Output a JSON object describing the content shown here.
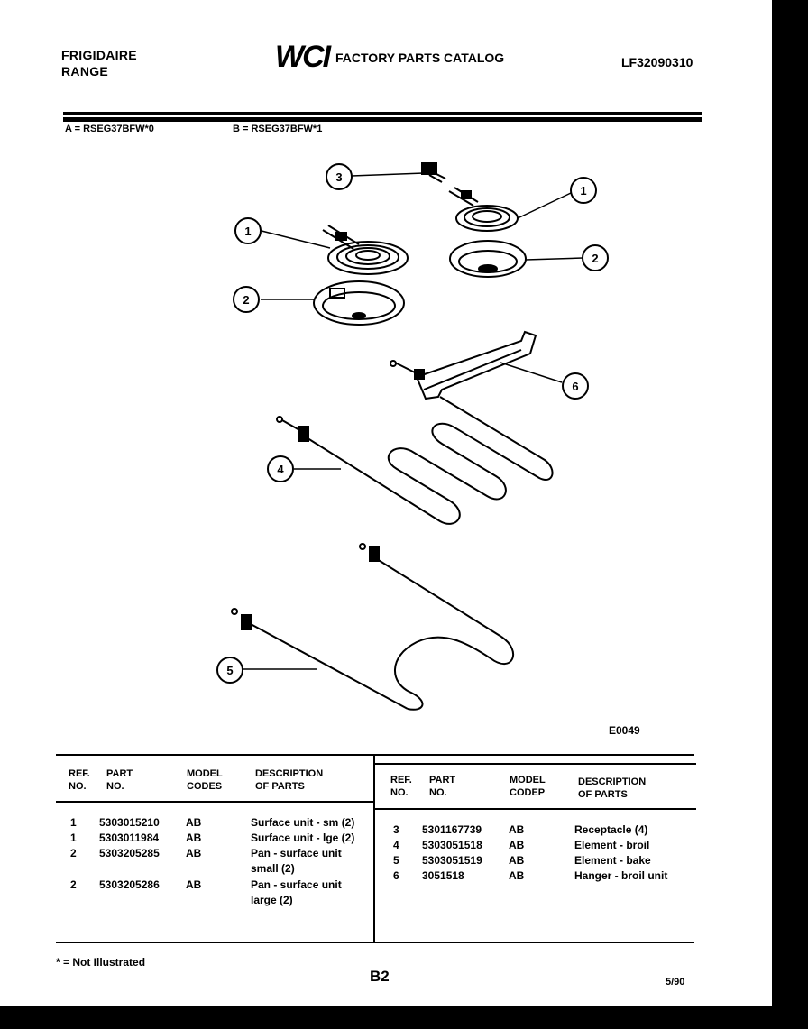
{
  "header": {
    "brand": "FRIGIDAIRE",
    "product": "RANGE",
    "logo": "WCI",
    "catalog_title": "FACTORY PARTS CATALOG",
    "catalog_code": "LF32090310"
  },
  "models": {
    "a": "A = RSEG37BFW*0",
    "b": "B = RSEG37BFW*1"
  },
  "diagram": {
    "callouts": [
      "1",
      "2",
      "3",
      "4",
      "5",
      "6"
    ],
    "figure_id": "E0049"
  },
  "table": {
    "headers": {
      "ref": [
        "REF.",
        "NO."
      ],
      "part": [
        "PART",
        "NO."
      ],
      "model": [
        "MODEL",
        "CODES"
      ],
      "model_right": [
        "MODEL",
        "CODEP"
      ],
      "desc": [
        "DESCRIPTION",
        "OF PARTS"
      ]
    },
    "left_rows": [
      {
        "ref": "1",
        "part": "5303015210",
        "codes": "AB",
        "desc": "Surface unit - sm (2)"
      },
      {
        "ref": "1",
        "part": "5303011984",
        "codes": "AB",
        "desc": "Surface unit - lge (2)"
      },
      {
        "ref": "2",
        "part": "5303205285",
        "codes": "AB",
        "desc": "Pan - surface unit",
        "desc2": "small (2)"
      },
      {
        "ref": "2",
        "part": "5303205286",
        "codes": "AB",
        "desc": "Pan - surface unit",
        "desc2": "large (2)"
      }
    ],
    "right_rows": [
      {
        "ref": "3",
        "part": "5301167739",
        "codes": "AB",
        "desc": "Receptacle (4)"
      },
      {
        "ref": "4",
        "part": "5303051518",
        "codes": "AB",
        "desc": "Element - broil"
      },
      {
        "ref": "5",
        "part": "5303051519",
        "codes": "AB",
        "desc": "Element - bake"
      },
      {
        "ref": "6",
        "part": "3051518",
        "codes": "AB",
        "desc": "Hanger - broil unit"
      }
    ]
  },
  "footer": {
    "note": "* = Not Illustrated",
    "page": "B2",
    "date": "5/90"
  }
}
